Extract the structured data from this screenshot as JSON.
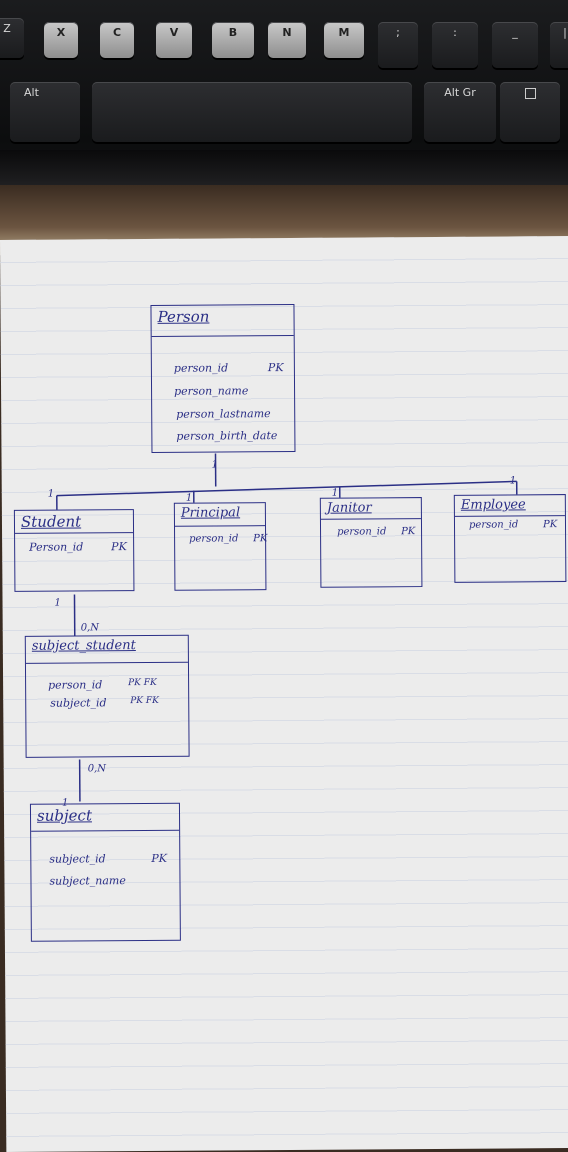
{
  "keyboard": {
    "top_row": [
      "Z",
      "X",
      "C",
      "V",
      "B",
      "N",
      "M",
      ";",
      ":",
      "_",
      "|"
    ],
    "alt_left": "Alt",
    "alt_right": "Alt Gr",
    "menu_icon": "menu-icon"
  },
  "diagram": {
    "person": {
      "title": "Person",
      "attrs": [
        "person_id",
        "person_name",
        "person_lastname",
        "person_birth_date"
      ],
      "pk": "PK",
      "card": "1"
    },
    "student": {
      "title": "Student",
      "attr": "Person_id",
      "key": "PK",
      "card_top": "1",
      "card_bottom": "1"
    },
    "principal": {
      "title": "Principal",
      "attr": "person_id",
      "key": "PK",
      "card_top": "1"
    },
    "janitor": {
      "title": "Janitor",
      "attr": "person_id",
      "key": "PK",
      "card_top": "1"
    },
    "employee": {
      "title": "Employee",
      "attr": "person_id",
      "key": "PK",
      "card_top": "1"
    },
    "subject_student": {
      "title": "subject_student",
      "attrs": [
        "person_id",
        "subject_id"
      ],
      "keys": [
        "PK FK",
        "PK FK"
      ],
      "card_top": "0,N",
      "card_bottom": "0,N"
    },
    "subject": {
      "title": "subject",
      "attrs": [
        "subject_id",
        "subject_name"
      ],
      "pk": "PK",
      "card_top": "1"
    },
    "ink_color": "#2b2f86",
    "paper_color": "#ececec"
  }
}
